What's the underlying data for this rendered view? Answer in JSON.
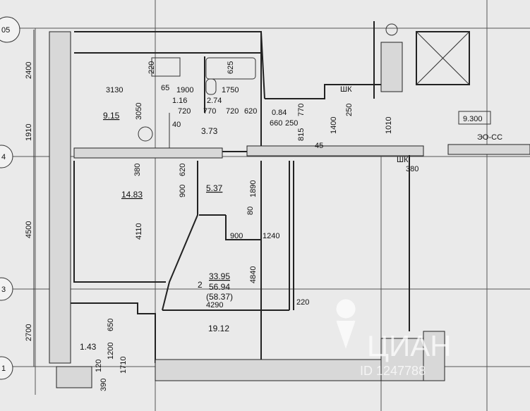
{
  "axes": {
    "top": "05",
    "a4": "4",
    "a3": "3",
    "a1": "1"
  },
  "left_dims": {
    "d2400": "2400",
    "d1910": "1910",
    "d4500": "4500",
    "d2700": "2700"
  },
  "dims": {
    "d3130": "3130",
    "d3050": "3050",
    "d380": "380",
    "d4110": "4110",
    "d220a": "220",
    "d900a": "900",
    "d620a": "620",
    "d1890": "1890",
    "d80": "80",
    "d900b": "900",
    "d1240": "1240",
    "d4840": "4840",
    "d4290": "4290",
    "d220b": "220",
    "d650": "650",
    "d1200": "1200",
    "d1710": "1710",
    "d390": "390",
    "d120": "120",
    "d1900": "1900",
    "d1750": "1750",
    "d625": "625",
    "d116": "1.16",
    "d274": "2.74",
    "d720a": "720",
    "d770a": "770",
    "d620b": "620",
    "d720b": "720",
    "d084": "0.84",
    "d770b": "770",
    "d660": "660",
    "d250a": "250",
    "d815": "815",
    "d1400": "1400",
    "d250b": "250",
    "d1010": "1010",
    "d380b": "380",
    "d65": "65",
    "d40": "40",
    "d45": "45"
  },
  "rooms": {
    "r915": "9.15",
    "r373": "3.73",
    "r1483": "14.83",
    "r537": "5.37",
    "r143": "1.43",
    "r1912": "19.12",
    "r9300": "9.300"
  },
  "apartment": {
    "rooms_count": "2",
    "living": "33.95",
    "total": "56.94",
    "total_with_balcony": "(58.37)"
  },
  "labels": {
    "shk1": "ШК",
    "shk2": "ШК",
    "eo": "ЭО-СС"
  },
  "watermark": {
    "brand": "ЦИАН",
    "id": "ID 1247788"
  }
}
